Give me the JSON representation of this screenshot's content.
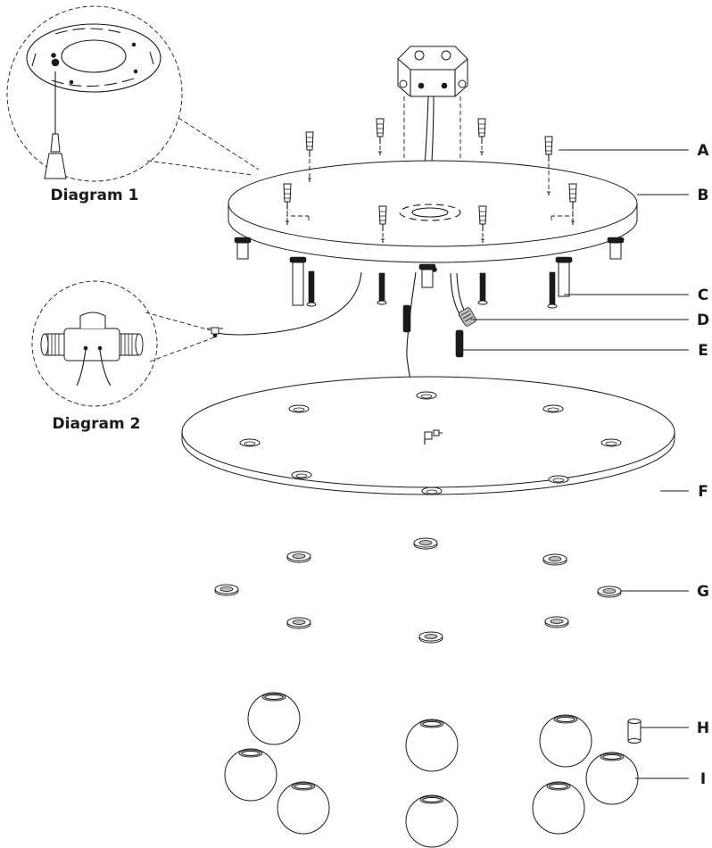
{
  "callouts": [
    {
      "id": "A",
      "text": "A"
    },
    {
      "id": "B",
      "text": "B"
    },
    {
      "id": "C",
      "text": "C"
    },
    {
      "id": "D",
      "text": "D"
    },
    {
      "id": "E",
      "text": "E"
    },
    {
      "id": "F",
      "text": "F"
    },
    {
      "id": "G",
      "text": "G"
    },
    {
      "id": "H",
      "text": "H"
    },
    {
      "id": "I",
      "text": "I"
    }
  ],
  "insets": {
    "diagram1_caption": "Diagram 1",
    "diagram2_caption": "Diagram 2"
  },
  "colors": {
    "ink": "#1a1a1a",
    "background": "#ffffff",
    "shade": "#bdbdbd"
  }
}
